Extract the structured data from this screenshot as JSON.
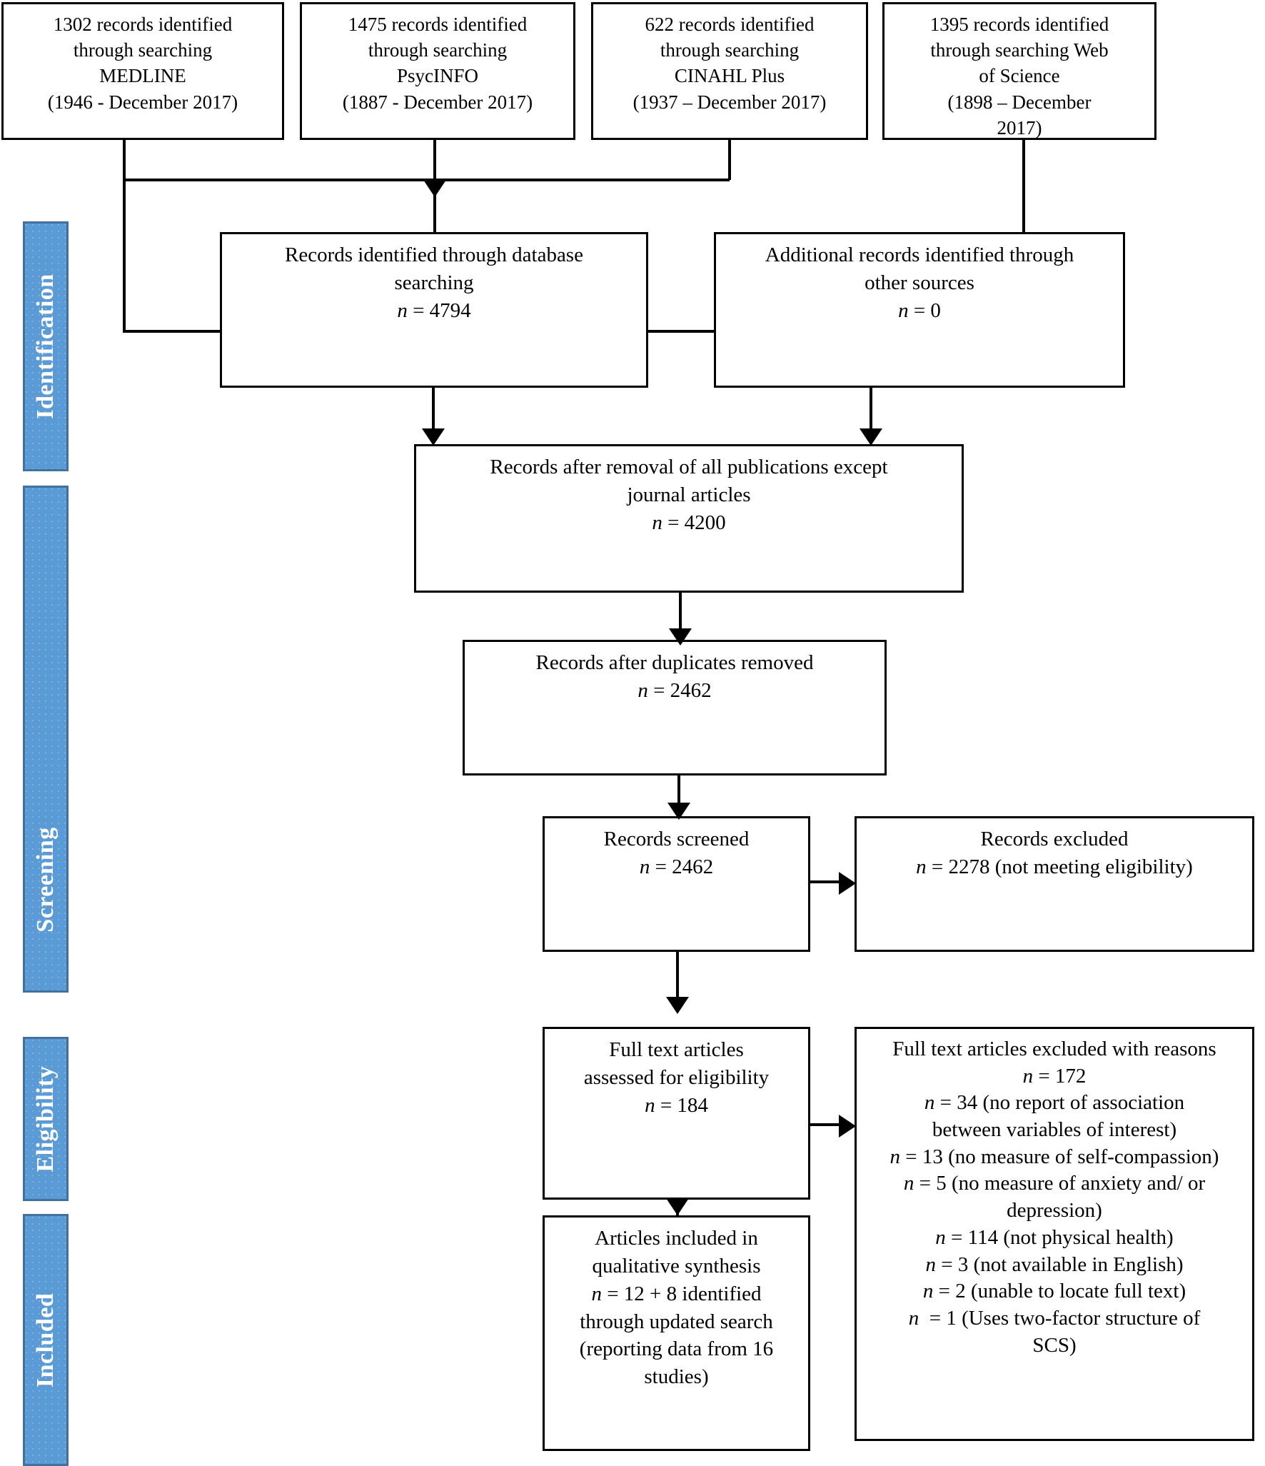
{
  "diagram": {
    "title": "PRISMA flow diagram",
    "accent_color": "#5B9BD5",
    "accent_border_color": "#41719C",
    "line_color": "#000000",
    "background_color": "#FFFFFF"
  },
  "stages": [
    {
      "id": "identification",
      "label": "Identification"
    },
    {
      "id": "screening",
      "label": "Screening"
    },
    {
      "id": "eligibility",
      "label": "Eligibility"
    },
    {
      "id": "included",
      "label": "Included"
    }
  ],
  "sources": [
    {
      "id": "medline",
      "line1": "1302 records identified",
      "line2": "through searching",
      "line3": "MEDLINE",
      "line4": "(1946 - December 2017)",
      "count": 1302,
      "database": "MEDLINE",
      "coverage": "1946 - December 2017"
    },
    {
      "id": "psycinfo",
      "line1": "1475 records identified",
      "line2": "through searching",
      "line3": "PsycINFO",
      "line4": "(1887 - December 2017)",
      "count": 1475,
      "database": "PsycINFO",
      "coverage": "1887 - December 2017"
    },
    {
      "id": "cinahl",
      "line1": "622 records identified",
      "line2": "through searching",
      "line3": "CINAHL Plus",
      "line4": "(1937 – December 2017)",
      "count": 622,
      "database": "CINAHL Plus",
      "coverage": "1937 – December 2017"
    },
    {
      "id": "web-of-science",
      "line1": "1395 records identified",
      "line2": "through searching Web",
      "line3": "of Science",
      "line4": "(1898 – December",
      "line5": "2017)",
      "count": 1395,
      "database": "Web of Science",
      "coverage": "1898 – December 2017"
    }
  ],
  "nodes": {
    "database_searching": {
      "line1": "Records identified through database",
      "line2": "searching",
      "n_label": "n",
      "n_value": "= 4794",
      "count": 4794
    },
    "other_sources": {
      "line1": "Additional records identified through",
      "line2": "other sources",
      "n_label": "n",
      "n_value": "= 0",
      "count": 0
    },
    "journal_articles_only": {
      "line1": "Records after removal of all publications except",
      "line2": "journal articles",
      "n_label": "n",
      "n_value": "= 4200",
      "count": 4200
    },
    "duplicates_removed": {
      "line1": "Records after duplicates removed",
      "n_label": "n",
      "n_value": "= 2462",
      "count": 2462
    },
    "records_screened": {
      "line1": "Records screened",
      "n_label": "n",
      "n_value": "= 2462",
      "count": 2462
    },
    "records_excluded": {
      "line1": "Records excluded",
      "n_label": "n",
      "n_value": "= 2278 (not meeting eligibility)",
      "count": 2278,
      "reason": "not meeting eligibility"
    },
    "full_text_assessed": {
      "line1": "Full text articles",
      "line2": "assessed for eligibility",
      "n_label": "n",
      "n_value": "= 184",
      "count": 184
    },
    "full_text_excluded": {
      "heading": "Full text articles excluded with reasons",
      "n_label": "n",
      "total_value": "= 172",
      "total": 172,
      "reasons": [
        {
          "n_label": "n",
          "value": "= 34 (no report of association",
          "cont": "between variables of interest)",
          "count": 34,
          "reason": "no report of association between variables of interest"
        },
        {
          "n_label": "n",
          "value": "= 13 (no measure of self-compassion)",
          "cont": "",
          "count": 13,
          "reason": "no measure of self-compassion"
        },
        {
          "n_label": "n",
          "value": "= 5 (no measure of anxiety and/ or",
          "cont": "depression)",
          "count": 5,
          "reason": "no measure of anxiety and/ or depression"
        },
        {
          "n_label": "n",
          "value": "= 114 (not physical health)",
          "cont": "",
          "count": 114,
          "reason": "not physical health"
        },
        {
          "n_label": "n",
          "value": "= 3 (not available in English)",
          "cont": "",
          "count": 3,
          "reason": "not available in English"
        },
        {
          "n_label": "n",
          "value": "= 2 (unable to locate full text)",
          "cont": "",
          "count": 2,
          "reason": "unable to locate full text"
        },
        {
          "n_label": "n",
          "value": "= 1 (Uses two-factor structure of",
          "cont": "SCS)",
          "count": 1,
          "reason": "Uses two-factor structure of SCS"
        }
      ]
    },
    "included_synthesis": {
      "line1": "Articles included in",
      "line2": "qualitative synthesis",
      "n_label": "n",
      "n_value": "= 12 + 8 identified",
      "line3": "through updated search",
      "line4": "(reporting data from 16",
      "line5": "studies)",
      "count": 20,
      "studies": 16
    }
  }
}
